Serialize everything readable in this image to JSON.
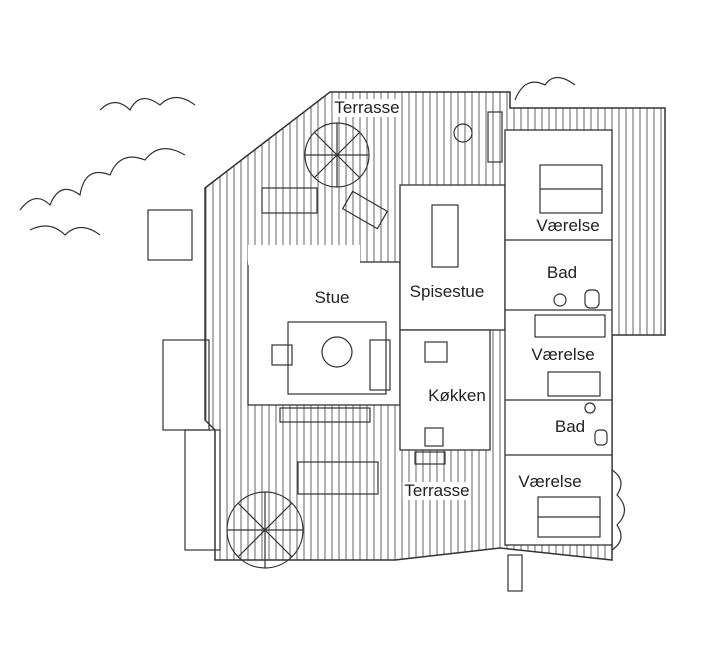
{
  "rooms": {
    "terrasse_top": "Terrasse",
    "vaerelse_1": "Værelse",
    "bad_1": "Bad",
    "stue": "Stue",
    "spisestue": "Spisestue",
    "vaerelse_2": "Værelse",
    "koekken": "Køkken",
    "bad_2": "Bad",
    "terrasse_bottom": "Terrasse",
    "vaerelse_3": "Værelse"
  },
  "colors": {
    "line": "#333333",
    "hatch": "#555555",
    "background": "#ffffff"
  }
}
